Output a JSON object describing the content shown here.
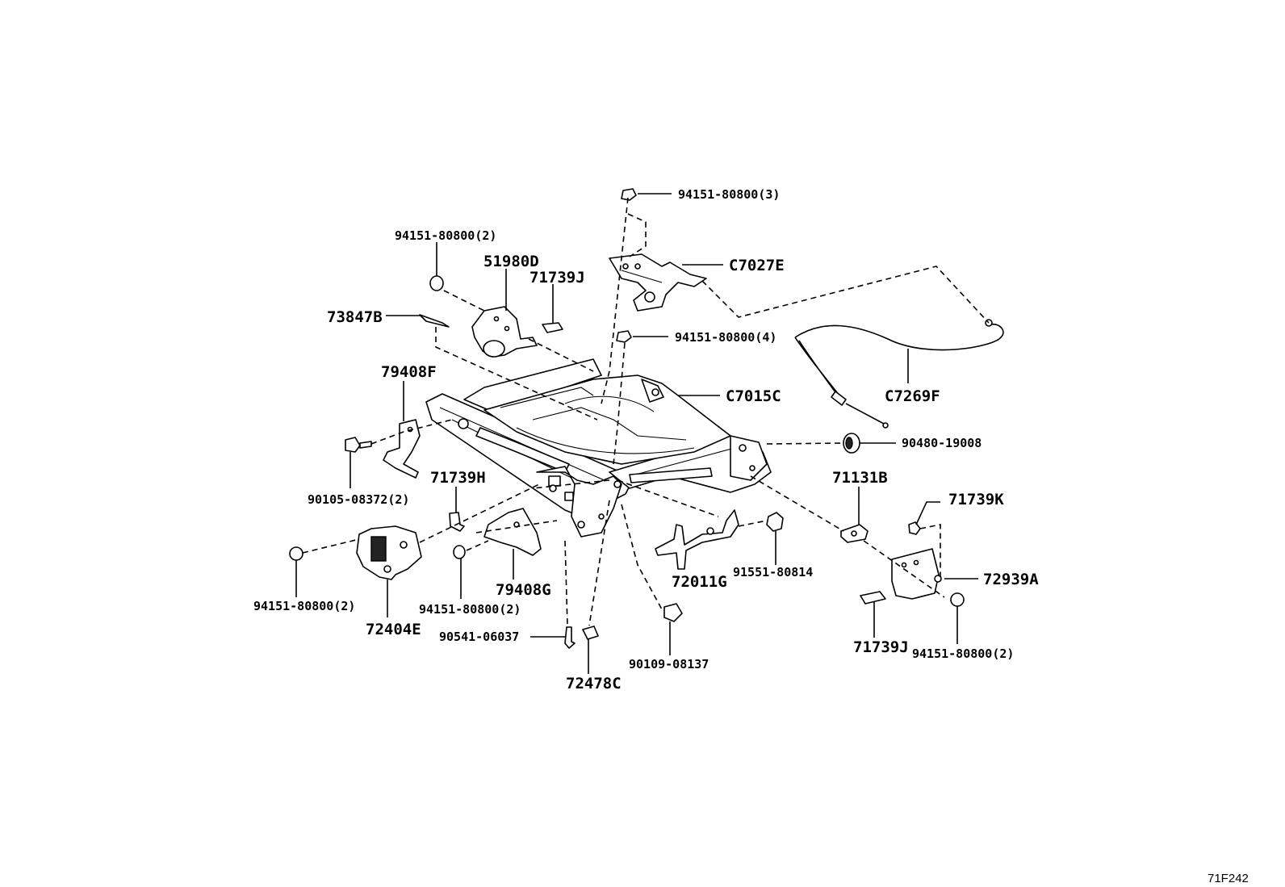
{
  "diagram": {
    "ref_code": "71F242",
    "labels": {
      "p94151_80800_3": "94151-80800(3)",
      "p94151_80800_2_a": "94151-80800(2)",
      "p51980D": "51980D",
      "p71739J_a": "71739J",
      "pC7027E": "C7027E",
      "p73847B": "73847B",
      "p94151_80800_4": "94151-80800(4)",
      "pC7015C": "C7015C",
      "pC7269F": "C7269F",
      "p79408F": "79408F",
      "p90480_19008": "90480-19008",
      "p90105_08372_2": "90105-08372(2)",
      "p71739H": "71739H",
      "p71131B": "71131B",
      "p71739K": "71739K",
      "p72939A": "72939A",
      "p72011G": "72011G",
      "p91551_80814": "91551-80814",
      "p79408G": "79408G",
      "p94151_80800_2_b": "94151-80800(2)",
      "p94151_80800_2_c": "94151-80800(2)",
      "p72404E": "72404E",
      "p90541_06037": "90541-06037",
      "p90109_08137": "90109-08137",
      "p72478C": "72478C",
      "p71739J_b": "71739J",
      "p94151_80800_2_d": "94151-80800(2)"
    }
  }
}
